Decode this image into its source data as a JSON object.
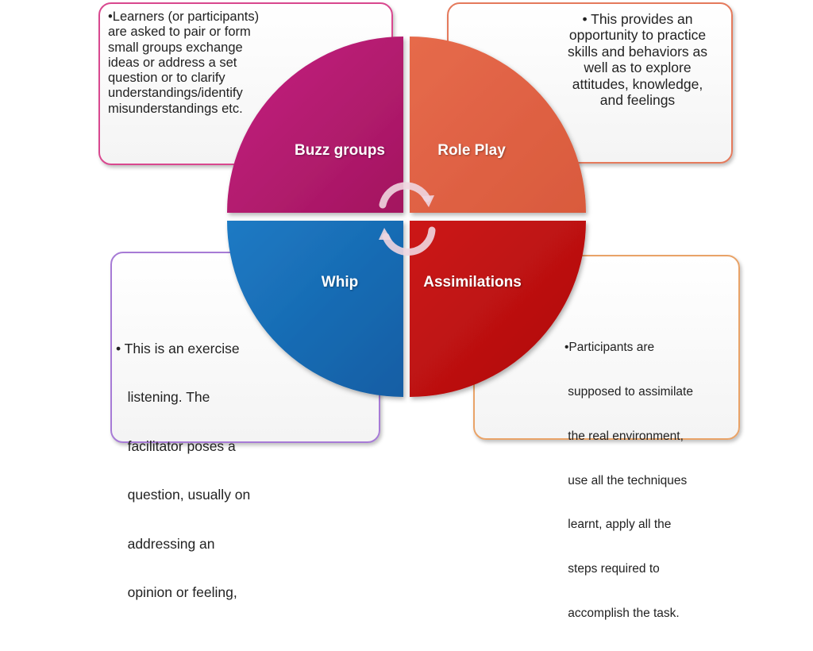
{
  "quadrants": {
    "top_left": {
      "label": "Buzz groups",
      "color": "#b31a72"
    },
    "top_right": {
      "label": "Role Play",
      "color": "#e06947"
    },
    "bottom_left": {
      "label": "Whip",
      "color": "#1a6fb8"
    },
    "bottom_right": {
      "label": "Assimilations",
      "color": "#c01313"
    }
  },
  "boxes": {
    "top_left": {
      "lines": [
        "•Learners (or participants)",
        "are asked to pair or form",
        "small groups exchange",
        "ideas or address a set",
        "question or to clarify",
        "understandings/identify",
        "misunderstandings etc."
      ]
    },
    "top_right": {
      "lines": [
        "• This provides an",
        "opportunity to practice",
        "skills and behaviors as",
        "well as to explore",
        "attitudes, knowledge,",
        "and feelings"
      ]
    },
    "bottom_left": {
      "lines": [
        "• This is an exercise",
        "   listening. The",
        "   facilitator poses a",
        "   question, usually on",
        "   addressing an",
        "   opinion or feeling,"
      ]
    },
    "bottom_right": {
      "lines": [
        "•Participants are",
        " supposed to assimilate",
        " the real environment,",
        " use all the techniques",
        " learnt, apply all the",
        " steps required to",
        " accomplish the task."
      ]
    }
  }
}
